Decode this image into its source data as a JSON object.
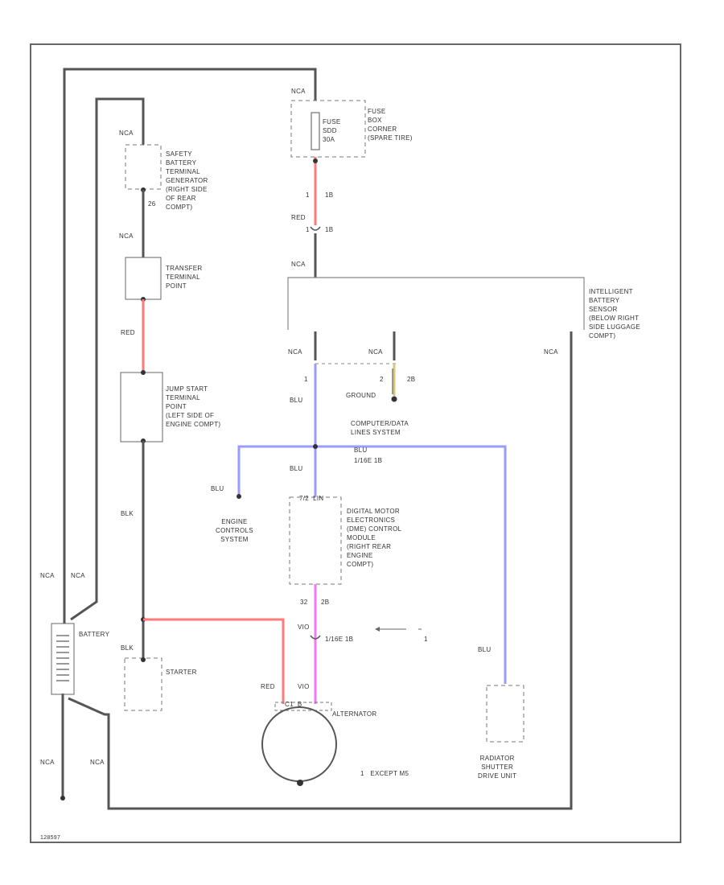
{
  "labels": {
    "nca_fuse": "NCA",
    "fuse_label": "FUSE\nSDD\n30A",
    "fuse_box_desc": "FUSE\nBOX\nCORNER\n(SPARE TIRE)",
    "nca_safety": "NCA",
    "safety_desc": "SAFETY\nBATTERY\nTERMINAL\nGENERATOR\n(RIGHT SIDE\nOF REAR\nCOMPT)",
    "pin_26": "26",
    "nca_transfer": "NCA",
    "transfer_desc": "TRANSFER\nTERMINAL\nPOINT",
    "red_left": "RED",
    "jump_desc": "JUMP START\nTERMINAL\nPOINT\n(LEFT SIDE OF\nENGINE COMPT)",
    "blk_left": "BLK",
    "nca_left1": "NCA",
    "nca_left2": "NCA",
    "battery": "BATTERY",
    "blk_starter": "BLK",
    "starter": "STARTER",
    "nca_bottom1": "NCA",
    "nca_bottom2": "NCA",
    "red_vert": "RED",
    "conn1_a": "1",
    "conn1_b": "1B",
    "conn2_a": "1",
    "conn2_b": "1B",
    "nca_top_right": "NCA",
    "ibs_desc": "INTELLIGENT\nBATTERY\nSENSOR\n(BELOW RIGHT\nSIDE LUGGAGE\nCOMPT)",
    "nca_ibs1": "NCA",
    "nca_ibs2": "NCA",
    "nca_ibs3": "NCA",
    "pin_1": "1",
    "pin_2": "2",
    "pin_2b": "2B",
    "ground": "GROUND",
    "blu_1": "BLU",
    "computer_desc": "COMPUTER/DATA\nLINES SYSTEM",
    "blu_x": "BLU",
    "splice": "1/16E 1B",
    "blu_2": "BLU",
    "blu_left": "BLU",
    "engine_controls": "ENGINE\nCONTROLS\nSYSTEM",
    "dme_pins": "7/2  LIN",
    "dme_desc": "DIGITAL MOTOR\nELECTRONICS\n(DME) CONTROL\nMODULE\n(RIGHT REAR\nENGINE\nCOMPT)",
    "pin_32": "32",
    "pin_2b_dme": "2B",
    "vio_1": "VIO",
    "conn_vio": "1/16E 1B",
    "arrow_note": "1",
    "red_alt": "RED",
    "vio_alt": "VIO",
    "alt_pins": "C1  B",
    "alternator": "ALTERNATOR",
    "blu_right": "BLU",
    "radiator_desc": "RADIATOR\nSHUTTER\nDRIVE UNIT",
    "footnote": "1   EXCEPT M5",
    "corner": "128597"
  },
  "colors": {
    "wire_black": "#555555",
    "wire_red": "#ff7b7b",
    "wire_blue": "#9a9aff",
    "wire_violet": "#f27af2",
    "wire_yellow": "#d8c878",
    "text": "#333333"
  }
}
